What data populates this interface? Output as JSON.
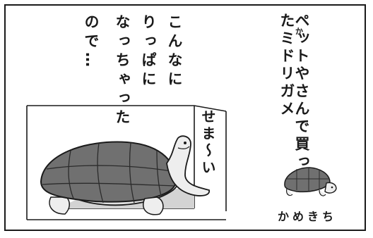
{
  "panel": {
    "caption": "ペットやさんで買ったミドリガメ",
    "caption_ruby": "か",
    "narration": [
      "こんなに",
      "りっぱに",
      "なっちゃった",
      "ので…"
    ],
    "sound_effect": "せま～い",
    "signature": "かめきち"
  },
  "colors": {
    "ink": "#1a1a1a",
    "shell": "#6e6e6e",
    "skin": "#e8e8e8",
    "water": "#bdbdbd"
  }
}
